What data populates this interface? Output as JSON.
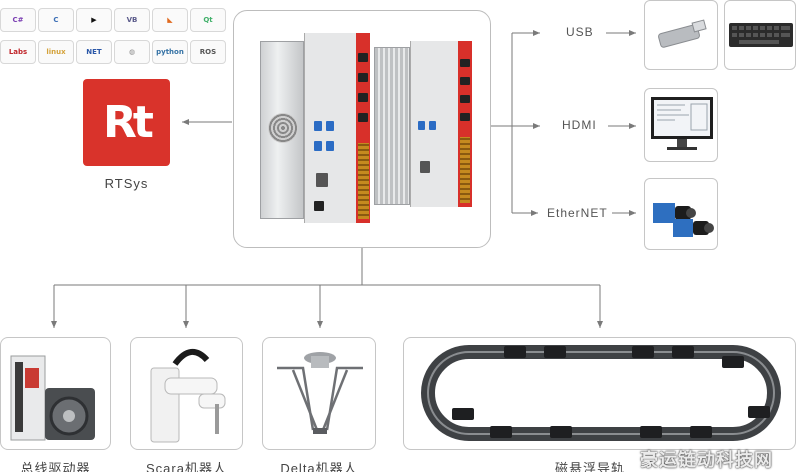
{
  "software": {
    "items": [
      "C#",
      "C",
      "▶",
      "VB",
      "◣",
      "Qt",
      "Labs",
      "linux",
      "NET",
      "◍",
      "python",
      "ROS"
    ],
    "colors": [
      "#7b3fb3",
      "#3c6fb6",
      "#111111",
      "#5a5a8a",
      "#e06a1f",
      "#41b06a",
      "#c0262b",
      "#d4a23a",
      "#2a57a8",
      "#888888",
      "#3572a5",
      "#555555"
    ]
  },
  "rtsys": {
    "glyph": "Rt",
    "label": "RTSys",
    "color": "#d9332b"
  },
  "outputs": {
    "usb": {
      "label": "USB",
      "icons": [
        "usb-stick-icon",
        "keyboard-icon"
      ]
    },
    "hdmi": {
      "label": "HDMI",
      "icons": [
        "monitor-icon"
      ]
    },
    "ethernet": {
      "label": "EtherNET",
      "icons": [
        "industrial-camera-icon"
      ]
    }
  },
  "bottom": {
    "servo": {
      "label": "总线驱动器",
      "icon": "servo-motor-icon"
    },
    "scara": {
      "label": "Scara机器人",
      "icon": "scara-robot-icon"
    },
    "delta": {
      "label": "Delta机器人",
      "icon": "delta-robot-icon"
    },
    "track": {
      "label": "磁悬浮导轨",
      "icon": "maglev-track-icon"
    }
  },
  "watermark": "豪运链动科技网",
  "colors": {
    "line": "#7a7a7a",
    "accent_red": "#d8302a"
  }
}
